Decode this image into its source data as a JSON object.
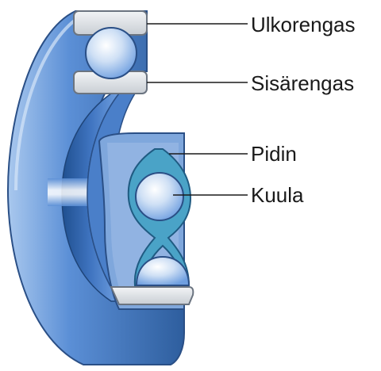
{
  "labels": {
    "outer_ring": "Ulkorengas",
    "inner_ring": "Sisärengas",
    "cage": "Pidin",
    "ball": "Kuula"
  },
  "colors": {
    "ring_blue": "#5b8fd6",
    "ring_dark": "#2e5e9e",
    "ring_light": "#a9c8ee",
    "ball_light": "#e8f1fb",
    "ball_mid": "#9dbfe6",
    "section_grey": "#d9dde2",
    "cage_teal": "#4aa3c7"
  }
}
